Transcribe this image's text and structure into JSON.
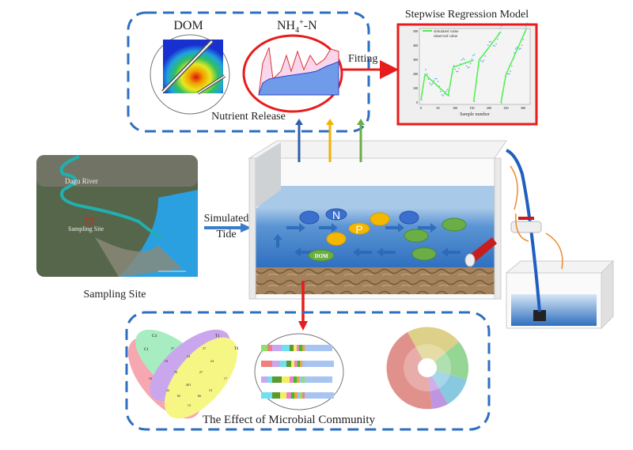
{
  "nutrient_panel": {
    "title": "Nutrient Release",
    "dom_label": "DOM",
    "nh4_label_main": "NH",
    "nh4_label_sub": "4",
    "nh4_label_sup": "+",
    "nh4_label_tail": "-N",
    "fitting_label": "Fitting"
  },
  "model_panel": {
    "title": "Stepwise Regression Model",
    "legend": [
      "simulated value",
      "observed value"
    ],
    "xlabel": "Sample number",
    "x_ticks": [
      "0",
      "50",
      "100",
      "150",
      "200",
      "250",
      "300"
    ],
    "y_ticks": [
      "0",
      "100",
      "200",
      "300",
      "400",
      "500"
    ]
  },
  "site_panel": {
    "caption": "Sampling Site",
    "river_label": "Dagu River",
    "site_label": "Sampling Site"
  },
  "tide": {
    "line1": "Simulated",
    "line2": "Tide"
  },
  "tank": {
    "n_label": "N",
    "p_label": "P",
    "dom_label": "DOM"
  },
  "microbe_panel": {
    "title": "The Effect of Microbial Community",
    "venn_sets": [
      "C1",
      "C4",
      "T1",
      "T4"
    ],
    "venn_counts": [
      "34",
      "37",
      "37",
      "17",
      "54",
      "54",
      "24",
      "76",
      "27",
      "401",
      "32",
      "65",
      "66",
      "15",
      "15"
    ]
  },
  "colors": {
    "dash_blue": "#2e6fc0",
    "red": "#e81c1c",
    "water": "#3d7cc9",
    "sediment": "#a0805a"
  }
}
